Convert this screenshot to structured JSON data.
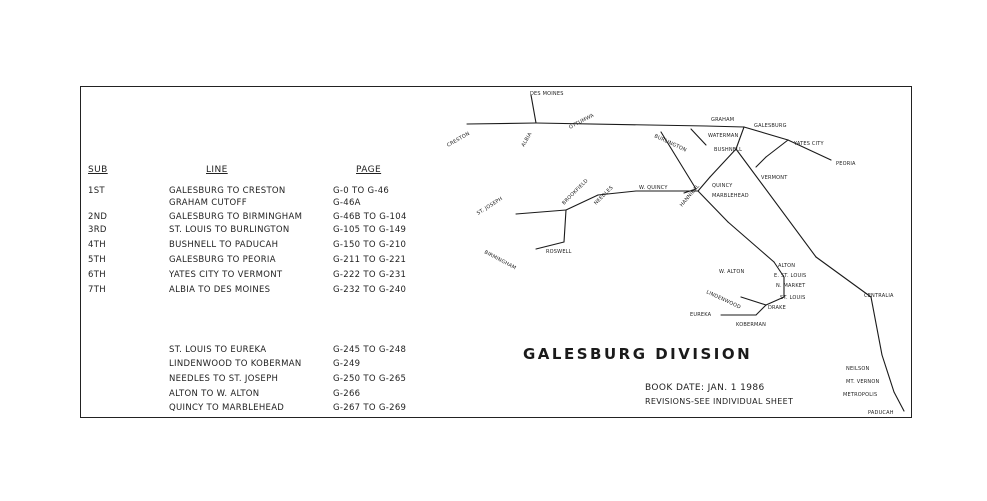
{
  "table": {
    "headers": {
      "sub": "SUB",
      "line": "LINE",
      "page": "PAGE"
    },
    "rows": [
      {
        "sub": "1ST",
        "line": "GALESBURG TO CRESTON",
        "page": "G-0 TO G-46"
      },
      {
        "sub": "",
        "line": "GRAHAM CUTOFF",
        "page": "G-46A"
      },
      {
        "sub": "2ND",
        "line": "GALESBURG TO BIRMINGHAM",
        "page": "G-46B TO G-104"
      },
      {
        "sub": "3RD",
        "line": "ST. LOUIS TO BURLINGTON",
        "page": "G-105 TO G-149"
      },
      {
        "sub": "4TH",
        "line": "BUSHNELL TO PADUCAH",
        "page": "G-150 TO G-210"
      },
      {
        "sub": "5TH",
        "line": "GALESBURG TO PEORIA",
        "page": "G-211 TO G-221"
      },
      {
        "sub": "6TH",
        "line": "YATES CITY TO VERMONT",
        "page": "G-222 TO G-231"
      },
      {
        "sub": "7TH",
        "line": "ALBIA TO DES MOINES",
        "page": "G-232 TO G-240"
      },
      {
        "sub": "",
        "line": "ST. LOUIS TO EUREKA",
        "page": "G-245 TO G-248"
      },
      {
        "sub": "",
        "line": "LINDENWOOD TO KOBERMAN",
        "page": "G-249"
      },
      {
        "sub": "",
        "line": "NEEDLES TO ST. JOSEPH",
        "page": "G-250 TO G-265"
      },
      {
        "sub": "",
        "line": "ALTON TO W. ALTON",
        "page": "G-266"
      },
      {
        "sub": "",
        "line": "QUINCY TO MARBLEHEAD",
        "page": "G-267 TO G-269"
      }
    ]
  },
  "title": "GALESBURG  DIVISION",
  "book_date": "BOOK DATE:   JAN. 1 1986",
  "revisions": "REVISIONS-SEE INDIVIDUAL SHEET",
  "map": {
    "labels": {
      "des_moines": "DES MOINES",
      "creston": "CRESTON",
      "albia": "ALBIA",
      "ottumwa": "OTTUMWA",
      "graham": "GRAHAM",
      "galesburg": "GALESBURG",
      "waterman": "WATERMAN",
      "bushnell": "BUSHNELL",
      "yates_city": "YATES CITY",
      "peoria": "PEORIA",
      "vermont": "VERMONT",
      "burlington": "BURLINGTON",
      "st_joseph": "ST. JOSEPH",
      "brookfield": "BROOKFIELD",
      "needles": "NEEDLES",
      "west_quincy": "W. QUINCY",
      "quincy": "QUINCY",
      "marblehead": "MARBLEHEAD",
      "hannibal": "HANNIBAL",
      "birmingham": "BIRMINGHAM",
      "roswell": "ROSWELL",
      "centralia": "CENTRALIA",
      "alton": "ALTON",
      "west_alton": "W. ALTON",
      "east_st_louis": "E. ST. LOUIS",
      "n_market": "N. MARKET",
      "st_louis": "ST. LOUIS",
      "lindenwood": "LINDENWOOD",
      "drake": "DRAKE",
      "eureka": "EUREKA",
      "koberman": "KOBERMAN",
      "neilson": "NEILSON",
      "mt_vernon": "MT. VERNON",
      "metropolis": "METROPOLIS",
      "paducah": "PADUCAH"
    }
  }
}
